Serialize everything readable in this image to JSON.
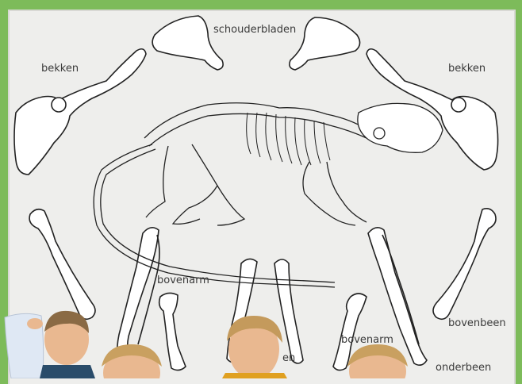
{
  "labels": {
    "schouderbladen": "schouderbladen",
    "bekken_left": "bekken",
    "bekken_right": "bekken",
    "bovenarm_left": "bovenarm",
    "bovenarm_right": "bovenarm",
    "bovenbeen": "bovenbeen",
    "onderbeen": "onderbeen",
    "partial_label": "en"
  },
  "colors": {
    "frame": "#7dbb5a",
    "paper": "#eeeeec",
    "bone_fill": "#ffffff",
    "bone_line": "#222222",
    "skin": "#e9b890",
    "hair": "#c49a5c"
  }
}
